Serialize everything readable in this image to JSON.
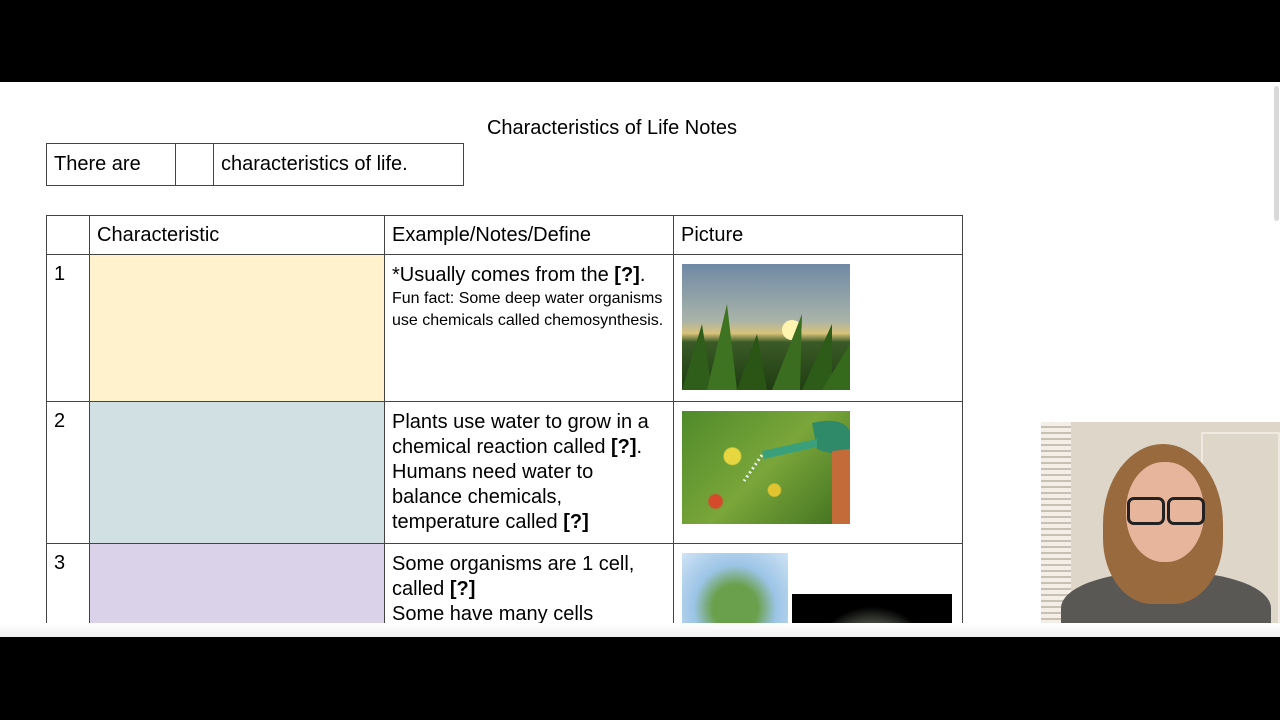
{
  "document": {
    "title": "Characteristics of Life Notes",
    "intro": {
      "prefix": "There are",
      "blank": "",
      "suffix": "characteristics of life."
    },
    "table": {
      "headers": [
        "",
        "Characteristic",
        "Example/Notes/Define",
        "Picture"
      ],
      "rows": [
        {
          "number": "1",
          "color": "#fff2cc",
          "line1": "*Usually comes from the ",
          "blank1": "[?]",
          "line1_end": ".",
          "fact": "Fun fact: Some deep water organisms use chemicals called chemosynthesis."
        },
        {
          "number": "2",
          "color": "#d0e0e3",
          "text_a": "Plants use water to grow in a chemical reaction called ",
          "blank_a": "[?]",
          "text_a_end": ".",
          "text_b": "Humans need water to balance chemicals, temperature called ",
          "blank_b": "[?]"
        },
        {
          "number": "3",
          "color": "#d9d2e9",
          "text_a": "Some organisms are 1 cell, called ",
          "blank_a": "[?]",
          "text_b": "Some have many cells"
        }
      ]
    }
  },
  "images": {
    "row1": "corn-field-sunrise-photo",
    "row2": "watering-can-flowers-photo",
    "row3a": "single-cell-organism-photo",
    "row3b": "microscope-view-photo"
  },
  "webcam": "presenter-webcam-video"
}
